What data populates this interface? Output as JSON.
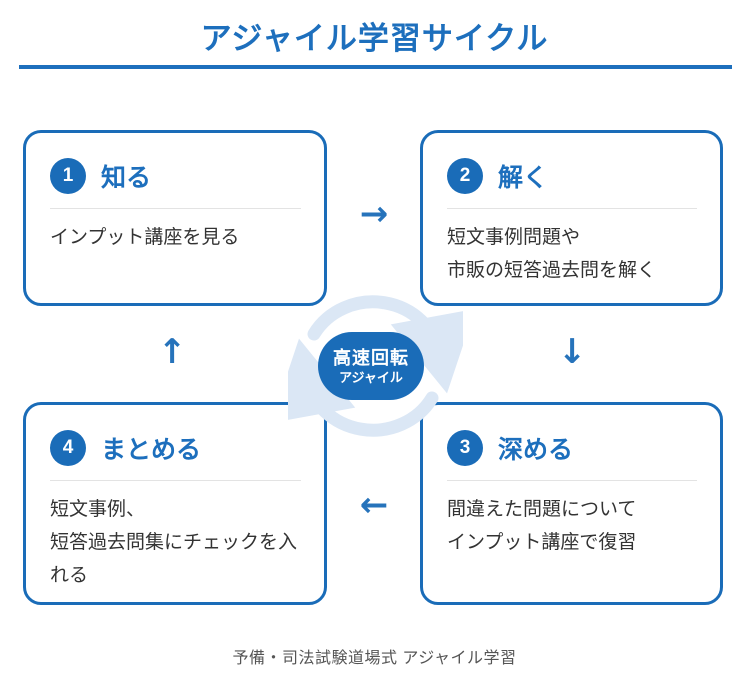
{
  "title": "アジャイル学習サイクル",
  "colors": {
    "accent_blue": "#1a6cb8",
    "title_blue": "#1d6fbd",
    "arrow_blue": "#2673bb",
    "light_cycle_arc": "#dbe7f5",
    "body_text": "#333333",
    "footer_text": "#555555",
    "divider": "#e3e3e3"
  },
  "steps": [
    {
      "number": "1",
      "title": "知る",
      "lines": [
        "インプット講座を見る",
        ""
      ]
    },
    {
      "number": "2",
      "title": "解く",
      "lines": [
        "短文事例問題や",
        "市販の短答過去問を解く"
      ]
    },
    {
      "number": "3",
      "title": "深める",
      "lines": [
        "間違えた問題について",
        "インプット講座で復習"
      ]
    },
    {
      "number": "4",
      "title": "まとめる",
      "lines": [
        "短文事例、",
        "短答過去問集にチェックを入れる"
      ]
    }
  ],
  "arrows": {
    "right": "→",
    "down": "↓",
    "left": "←",
    "up": "↑"
  },
  "center_badge": {
    "line1": "高速回転",
    "line2": "アジャイル"
  },
  "footer": "予備・司法試験道場式 アジャイル学習"
}
